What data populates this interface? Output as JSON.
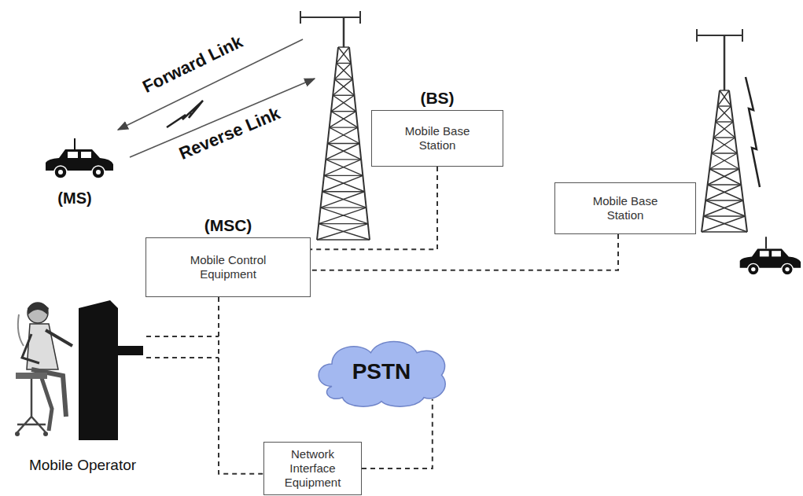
{
  "diagram": {
    "nodes": [
      {
        "text": [
          "(BS)",
          "Mobile Base Station"
        ]
      },
      {
        "text": [
          "(MSC)",
          "Mobile Control Equipment"
        ]
      },
      {
        "text": [
          "Mobile Base Station"
        ]
      },
      {
        "text": [
          "PSTN"
        ]
      },
      {
        "text": [
          "Network Interface Equipment"
        ]
      }
    ],
    "edges": [
      {
        "from": 0,
        "to": 1,
        "arrow": "none"
      },
      {
        "from": 2,
        "to": 1,
        "arrow": "none"
      },
      {
        "from": 1,
        "to": 4,
        "arrow": "none"
      },
      {
        "from": 4,
        "to": 3,
        "arrow": "none"
      }
    ],
    "labels": [
      "Forward Link",
      "Reverse Link",
      "(MS)",
      "Mobile Operator"
    ]
  }
}
